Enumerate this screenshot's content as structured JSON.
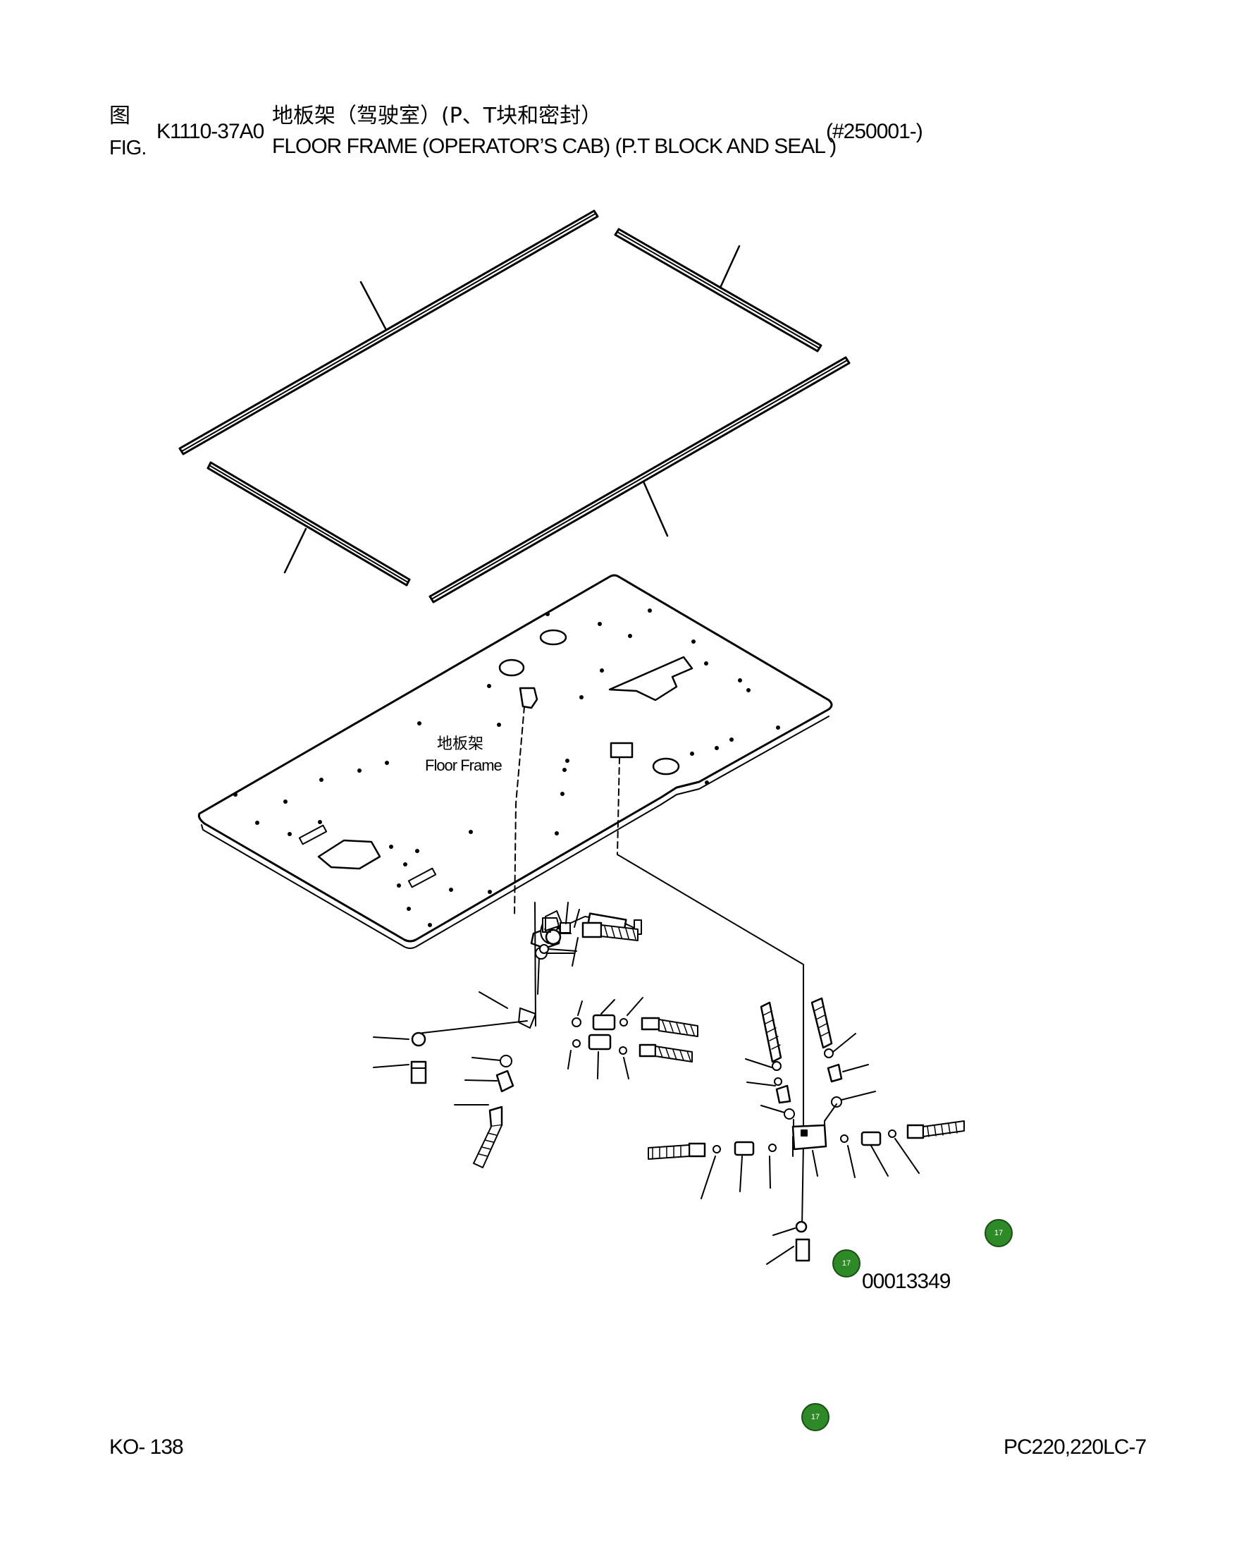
{
  "header": {
    "fig_cn": "图",
    "fig_en": "FIG.",
    "fig_code": "K1110-37A0",
    "title_cn": "地板架（驾驶室）(P、T块和密封）",
    "title_en": "FLOOR FRAME (OPERATOR’S CAB) (P.T BLOCK AND SEAL )",
    "serial": "(#250001-)"
  },
  "diagram": {
    "part_label_cn": "地板架",
    "part_label_en": "Floor Frame",
    "drawing_number": "00013349"
  },
  "badges": [
    {
      "text": "17",
      "color": "#2e8a27"
    },
    {
      "text": "17",
      "color": "#2e8a27"
    },
    {
      "text": "17",
      "color": "#2e8a27"
    }
  ],
  "footer": {
    "page_number": "KO- 138",
    "model": "PC220,220LC-7"
  }
}
